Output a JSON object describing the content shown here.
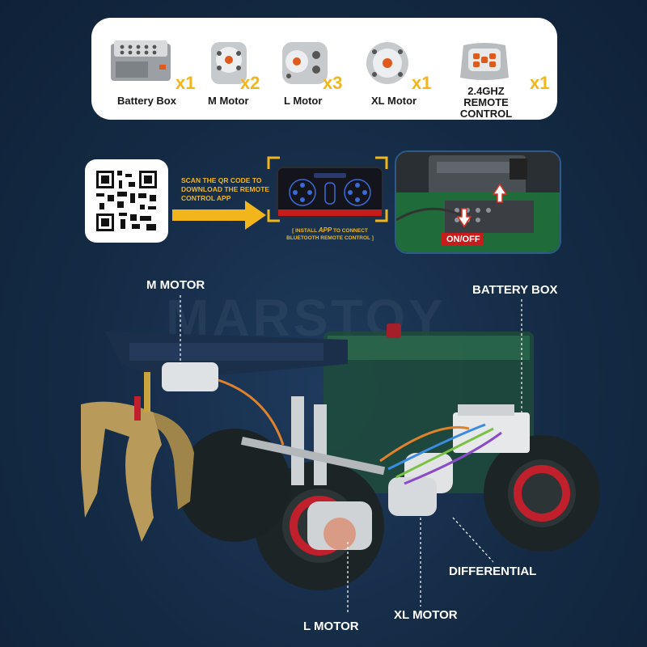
{
  "parts": [
    {
      "name": "Battery Box",
      "qty": "x1"
    },
    {
      "name": "M Motor",
      "qty": "x2"
    },
    {
      "name": "L Motor",
      "qty": "x3"
    },
    {
      "name": "XL Motor",
      "qty": "x1"
    },
    {
      "name": "2.4GHZ\nREMOTE CONTROL",
      "qty": "x1"
    }
  ],
  "scan_text": "SCAN THE QR CODE TO DOWNLOAD THE REMOTE CONTROL APP",
  "install": {
    "prefix": "[ INSTALL ",
    "app": "APP",
    "suffix": " TO CONNECT BLUETOOTH REMOTE CONTROL ]"
  },
  "photo_label": "ON/OFF",
  "watermark": "MARSTOY",
  "callouts": {
    "m_motor": "M MOTOR",
    "battery_box": "BATTERY BOX",
    "differential": "DIFFERENTIAL",
    "xl_motor": "XL MOTOR",
    "l_motor": "L MOTOR"
  },
  "colors": {
    "accent": "#f2b61c",
    "bg": "#142a44",
    "green": "#1f6b3a"
  }
}
